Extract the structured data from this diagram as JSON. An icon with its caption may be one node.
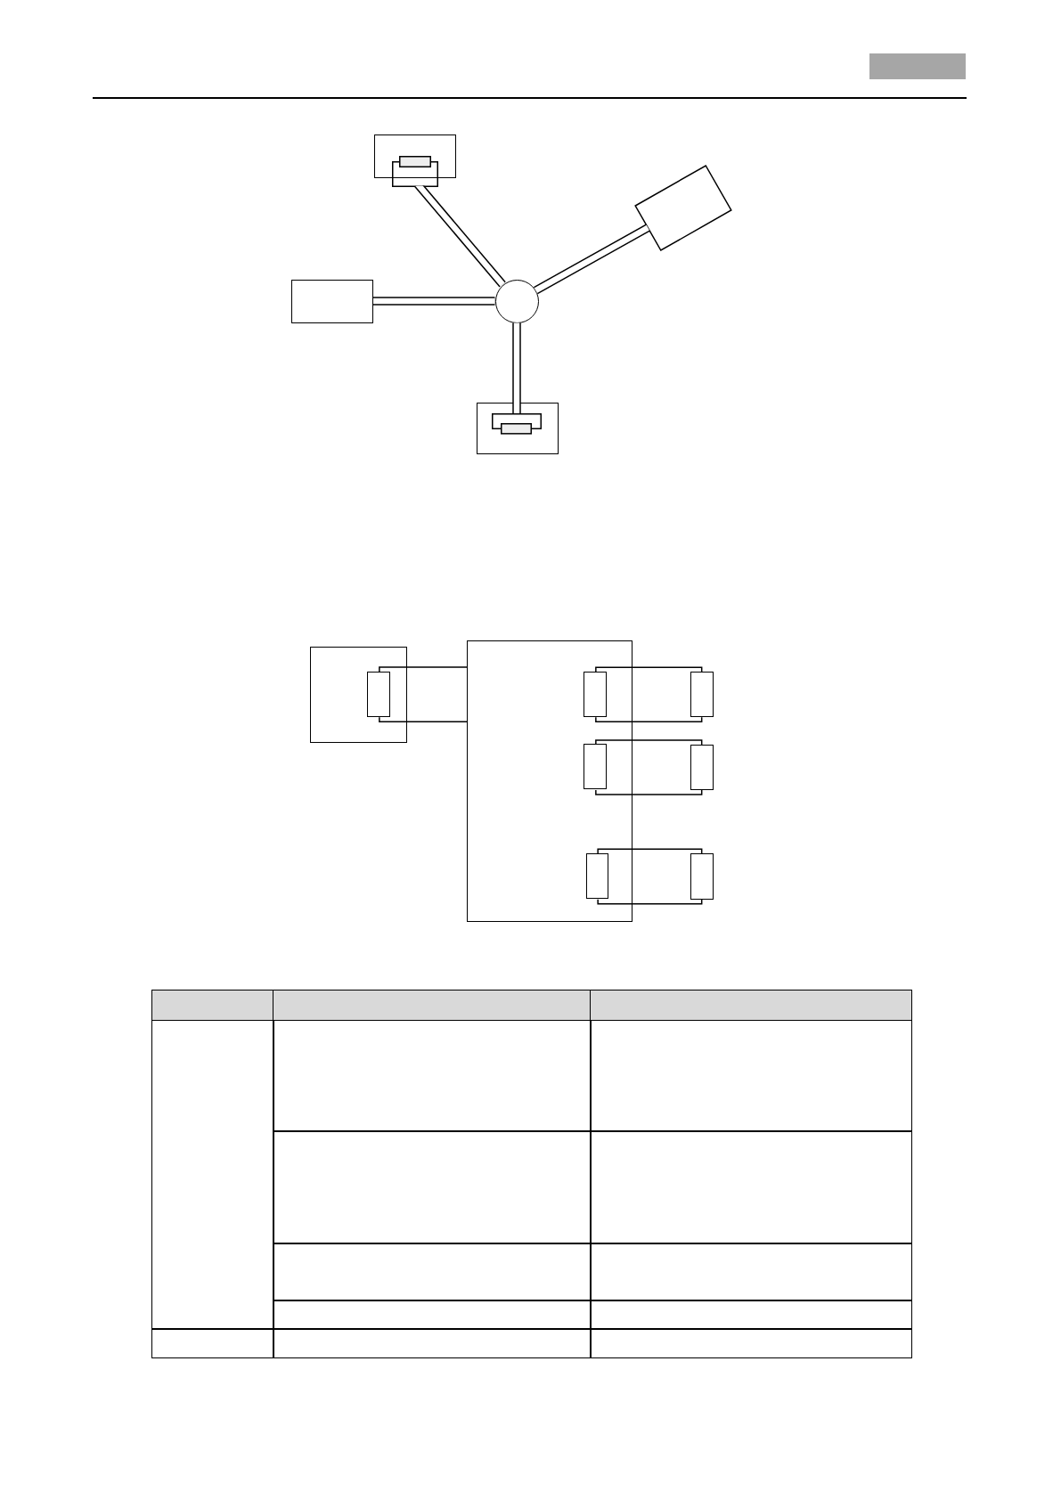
{
  "diagram": {
    "nodes": [
      {
        "text": [],
        "shape": "box"
      },
      {
        "text": [],
        "shape": "box"
      },
      {
        "text": [],
        "shape": "box"
      },
      {
        "text": [],
        "shape": "box"
      },
      {
        "text": [],
        "shape": "circle"
      },
      {
        "text": [],
        "shape": "box"
      },
      {
        "text": [],
        "shape": "box",
        "in": 5
      },
      {
        "text": [],
        "shape": "box"
      },
      {
        "text": [],
        "shape": "box",
        "in": 7
      },
      {
        "text": [],
        "shape": "box"
      },
      {
        "text": [],
        "shape": "box",
        "in": 9
      },
      {
        "text": [],
        "shape": "box"
      },
      {
        "text": [],
        "shape": "box",
        "in": 9
      },
      {
        "text": [],
        "shape": "box"
      },
      {
        "text": [],
        "shape": "box",
        "in": 9
      },
      {
        "text": [],
        "shape": "box"
      }
    ],
    "edges": [
      {
        "from": 4,
        "to": 1,
        "arrow": "none",
        "style": "thick"
      },
      {
        "from": 4,
        "to": 2,
        "arrow": "none",
        "style": "thick"
      },
      {
        "from": 4,
        "to": 3,
        "arrow": "none",
        "style": "thick"
      },
      {
        "from": 4,
        "to": 6,
        "arrow": "none",
        "style": "thick"
      },
      {
        "from": 8,
        "to": 9,
        "arrow": "none"
      },
      {
        "from": 10,
        "to": 11,
        "arrow": "none"
      },
      {
        "from": 12,
        "to": 13,
        "arrow": "none"
      },
      {
        "from": 14,
        "to": 15,
        "arrow": "none"
      }
    ]
  }
}
